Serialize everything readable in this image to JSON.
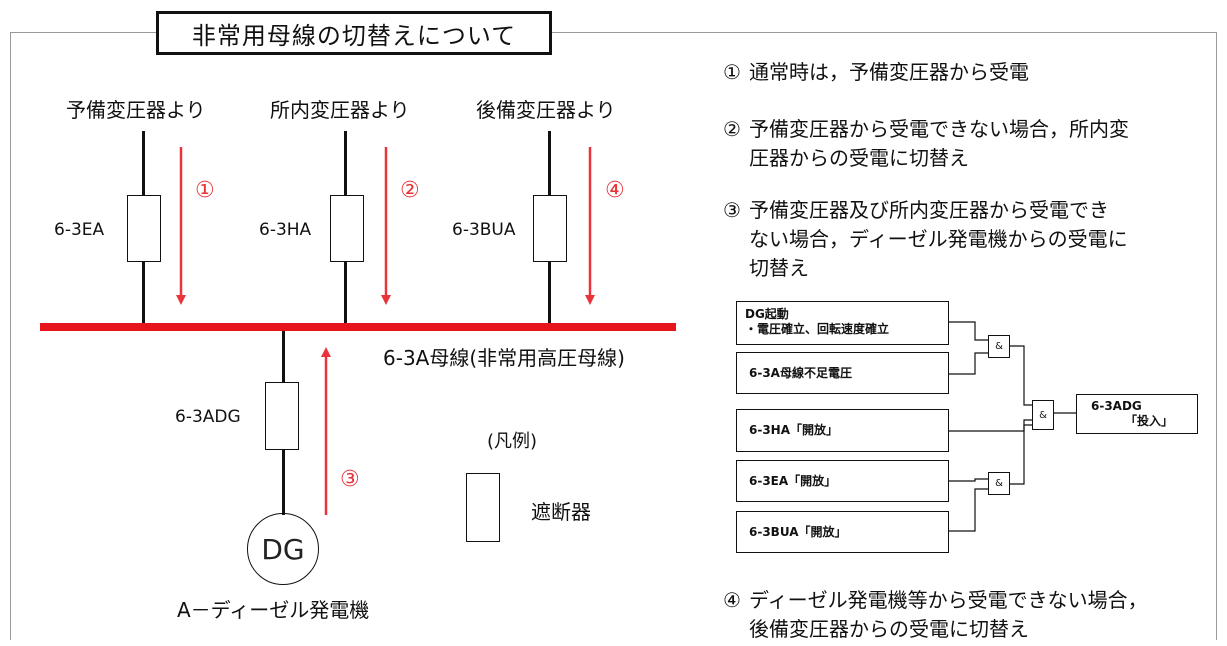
{
  "title": "非常用母線の切替えについて",
  "sources": [
    {
      "label": "予備変圧器より",
      "breaker": "6-3EA",
      "step": "①"
    },
    {
      "label": "所内変圧器より",
      "breaker": "6-3HA",
      "step": "②"
    },
    {
      "label": "後備変圧器より",
      "breaker": "6-3BUA",
      "step": "④"
    }
  ],
  "bus_label": "6-3A母線(非常用高圧母線)",
  "dg": {
    "breaker": "6-3ADG",
    "circle_text": "DG",
    "name": "A－ディーゼル発電機",
    "step": "③"
  },
  "colors": {
    "bus": "#e8141b",
    "arrow": "#e8343a"
  },
  "legend": {
    "title": "(凡例)",
    "breaker_label": "遮断器"
  },
  "steps": [
    {
      "num": "①",
      "lines": [
        "通常時は，予備変圧器から受電"
      ]
    },
    {
      "num": "②",
      "lines": [
        "予備変圧器から受電できない場合，所内変",
        "圧器からの受電に切替え"
      ]
    },
    {
      "num": "③",
      "lines": [
        "予備変圧器及び所内変圧器から受電でき",
        "ない場合，ディーゼル発電機からの受電に",
        "切替え"
      ]
    },
    {
      "num": "④",
      "lines": [
        "ディーゼル発電機等から受電できない場合，",
        "後備変圧器からの受電に切替え"
      ]
    }
  ],
  "logic": {
    "inputs": [
      {
        "line1": "DG起動",
        "line2": "・電圧確立、回転速度確立"
      },
      {
        "line1": "6-3A母線不足電圧"
      },
      {
        "line1": "6-3HA「開放」"
      },
      {
        "line1": "6-3EA「開放」"
      },
      {
        "line1": "6-3BUA「開放」"
      }
    ],
    "gate_symbol": "&",
    "output": {
      "line1": "6-3ADG",
      "line2": "「投入」"
    }
  }
}
